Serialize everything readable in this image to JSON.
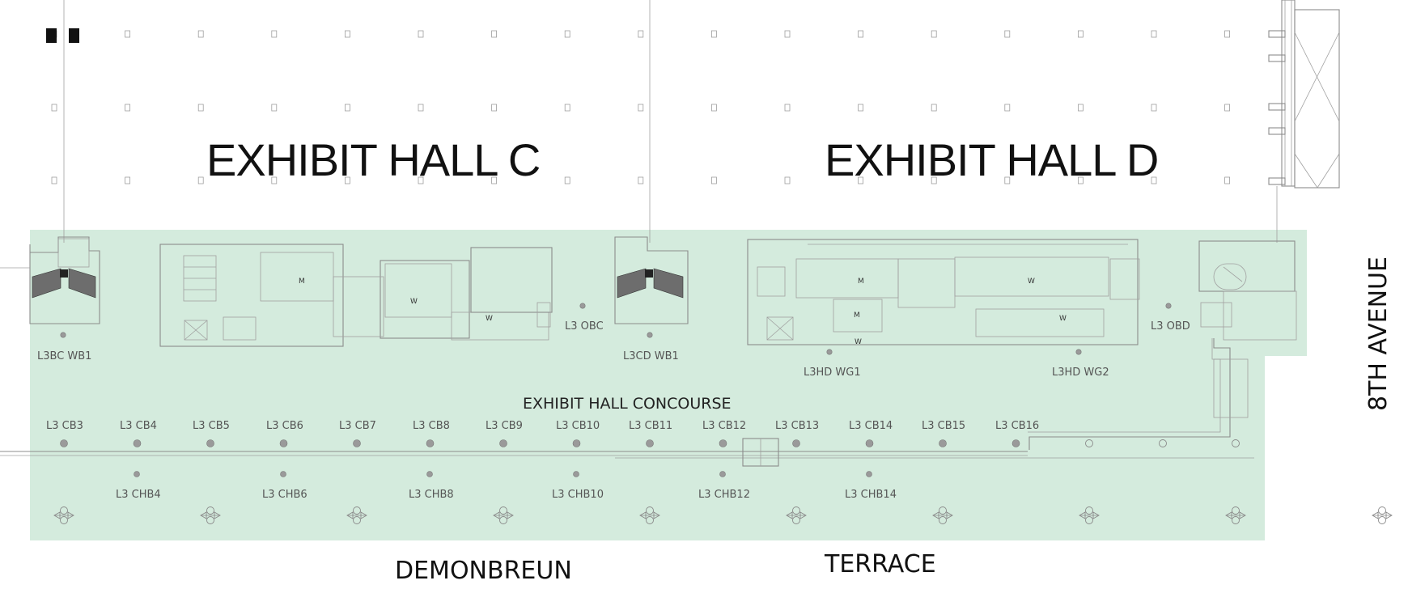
{
  "halls": [
    {
      "id": "hall-c",
      "label": "EXHIBIT HALL C"
    },
    {
      "id": "hall-d",
      "label": "EXHIBIT HALL D"
    }
  ],
  "concourse": {
    "label": "EXHIBIT HALL CONCOURSE"
  },
  "streets": {
    "bottom_left": "DEMONBREUN",
    "bottom_right": "TERRACE",
    "right": "8TH AVENUE"
  },
  "areas": [
    {
      "id": "l3bc-wb1",
      "label": "L3BC WB1"
    },
    {
      "id": "l3-obc",
      "label": "L3 OBC"
    },
    {
      "id": "l3cd-wb1",
      "label": "L3CD WB1"
    },
    {
      "id": "l3hd-wg1",
      "label": "L3HD WG1"
    },
    {
      "id": "l3hd-wg2",
      "label": "L3HD WG2"
    },
    {
      "id": "l3-obd",
      "label": "L3 OBD"
    }
  ],
  "concourse_booths_top": [
    "L3 CB3",
    "L3 CB4",
    "L3 CB5",
    "L3 CB6",
    "L3 CB7",
    "L3 CB8",
    "L3 CB9",
    "L3 CB10",
    "L3 CB11",
    "L3 CB12",
    "L3 CB13",
    "L3 CB14",
    "L3 CB15",
    "L3 CB16"
  ],
  "concourse_booths_bottom": [
    "L3 CHB4",
    "L3 CHB6",
    "L3 CHB8",
    "L3 CHB10",
    "L3 CHB12",
    "L3 CHB14"
  ],
  "room_letters": [
    "M",
    "W",
    "W",
    "M",
    "W",
    "W",
    "M",
    "W"
  ],
  "colors": {
    "concourse_fill": "#d4ebdd",
    "wall": "#8c8c8c",
    "text": "#111111",
    "label": "#555555",
    "marker": "#9a9a9a"
  }
}
